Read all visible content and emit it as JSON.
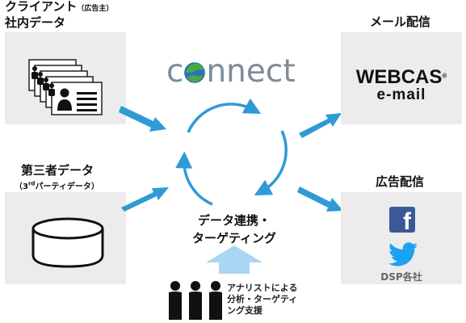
{
  "clients": {
    "title_main": "クライアント",
    "title_sub": "（広告主）",
    "title_line2": "社内データ"
  },
  "third_party": {
    "title": "第三者データ",
    "sub_prefix": "（3",
    "sub_sup": "rd",
    "sub_suffix": "パーティデータ）"
  },
  "logo": {
    "text_before": "c",
    "text_after": "nnect",
    "colors": {
      "logo_gray": "#7d8c99",
      "globe_green": "#49a94a",
      "globe_blue": "#2e73b8"
    }
  },
  "mail": {
    "title": "メール配信",
    "brand_line1": "WEBCAS",
    "brand_reg": "®",
    "brand_line2": "e-mail"
  },
  "ads": {
    "title": "広告配信",
    "dsp_label": "DSP各社",
    "colors": {
      "facebook": "#3b5998",
      "twitter": "#1da1f2"
    }
  },
  "center": {
    "line1": "データ連携・",
    "line2": "ターゲティング"
  },
  "analyst": {
    "line1": "アナリストによる",
    "line2": "分析・ターゲティ",
    "line3": "ング支援"
  },
  "colors": {
    "arrow_blue": "#2f9ad6",
    "box_gray": "#ececec",
    "up_arrow": "#a9d6f2"
  }
}
